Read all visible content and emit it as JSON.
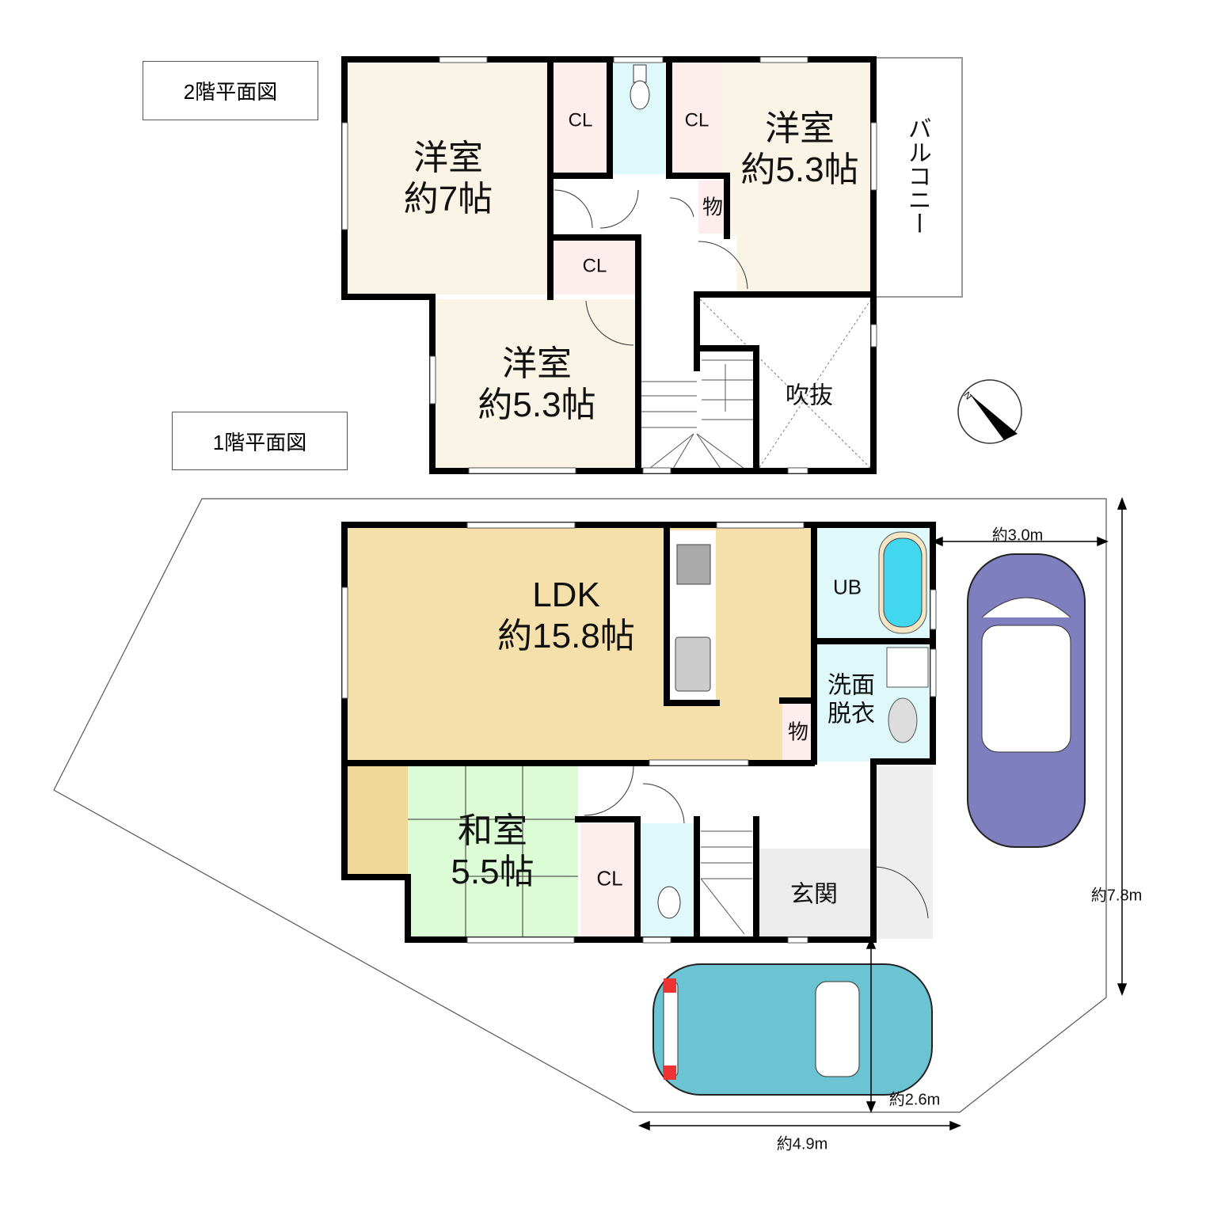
{
  "floor2": {
    "title": "2階平面図",
    "rooms": {
      "western_7_name": "洋室",
      "western_7_size": "約7帖",
      "western_53a_name": "洋室",
      "western_53a_size": "約5.3帖",
      "western_53b_name": "洋室",
      "western_53b_size": "約5.3帖",
      "closet_1": "CL",
      "closet_2": "CL",
      "closet_3": "CL",
      "storage": "物",
      "void": "吹抜",
      "balcony": "バルコニー"
    }
  },
  "floor1": {
    "title": "1階平面図",
    "rooms": {
      "ldk_name": "LDK",
      "ldk_size": "約15.8帖",
      "bath": "UB",
      "washroom_1": "洗面",
      "washroom_2": "脱衣",
      "storage": "物",
      "japanese_name": "和室",
      "japanese_size": "5.5帖",
      "closet": "CL",
      "entrance": "玄関"
    }
  },
  "dimensions": {
    "d1": "約3.0m",
    "d2": "約7.8m",
    "d3": "約2.6m",
    "d4": "約4.9m"
  },
  "colors": {
    "western": "#f9f4e6",
    "closet": "#fdeeed",
    "water": "#dff9fb",
    "ldk": "#f5dfaa",
    "japanese": "#dcfcd6",
    "tokonoma": "#f0d89a",
    "entrance": "#ececec",
    "car_purple": "#7f7fc0",
    "car_teal": "#6cc4d2"
  },
  "compass": {
    "north_label": "N"
  }
}
